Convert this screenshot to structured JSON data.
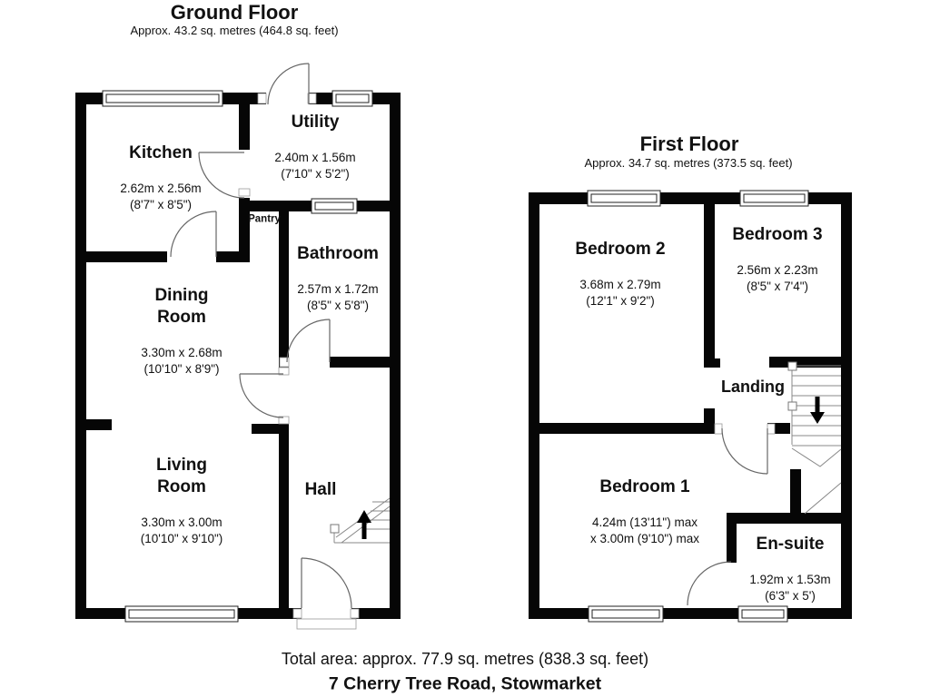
{
  "ground_floor": {
    "title": "Ground Floor",
    "subtitle": "Approx. 43.2 sq. metres (464.8 sq. feet)",
    "rooms": {
      "kitchen": {
        "name": "Kitchen",
        "dims": "2.62m x 2.56m\n(8'7\" x 8'5\")"
      },
      "utility": {
        "name": "Utility",
        "dims": "2.40m x 1.56m\n(7'10\" x 5'2\")"
      },
      "pantry": {
        "name": "Pantry"
      },
      "bathroom": {
        "name": "Bathroom",
        "dims": "2.57m x 1.72m\n(8'5\" x 5'8\")"
      },
      "dining_room": {
        "name": "Dining\nRoom",
        "dims": "3.30m x 2.68m\n(10'10\" x 8'9\")"
      },
      "living_room": {
        "name": "Living\nRoom",
        "dims": "3.30m x 3.00m\n(10'10\" x 9'10\")"
      },
      "hall": {
        "name": "Hall"
      }
    }
  },
  "first_floor": {
    "title": "First Floor",
    "subtitle": "Approx. 34.7 sq. metres (373.5 sq. feet)",
    "rooms": {
      "bedroom2": {
        "name": "Bedroom 2",
        "dims": "3.68m x 2.79m\n(12'1\" x 9'2\")"
      },
      "bedroom3": {
        "name": "Bedroom 3",
        "dims": "2.56m x 2.23m\n(8'5\" x 7'4\")"
      },
      "landing": {
        "name": "Landing"
      },
      "bedroom1": {
        "name": "Bedroom 1",
        "dims": "4.24m (13'11\") max\nx 3.00m (9'10\") max"
      },
      "ensuite": {
        "name": "En-suite",
        "dims": "1.92m x 1.53m\n(6'3\" x 5')"
      }
    }
  },
  "footer": {
    "total_area": "Total area: approx. 77.9 sq. metres (838.3 sq. feet)",
    "address": "7 Cherry Tree Road, Stowmarket"
  }
}
